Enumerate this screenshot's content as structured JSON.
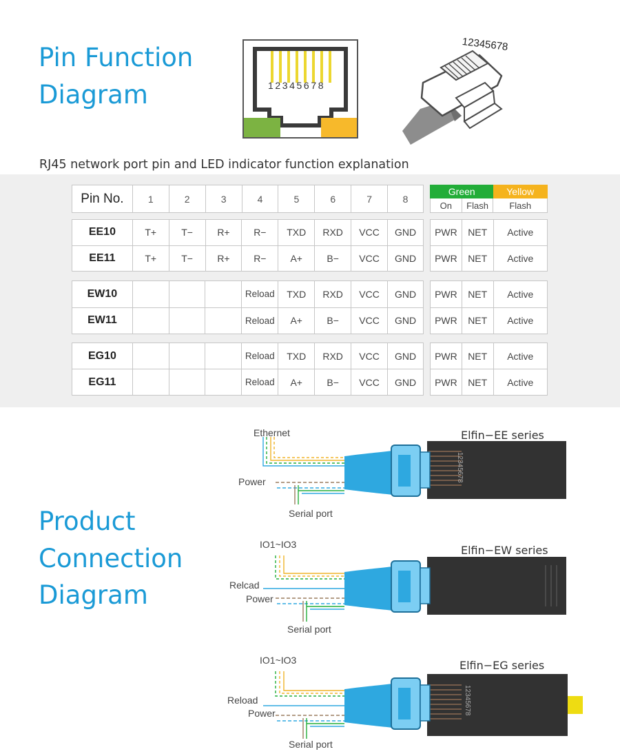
{
  "headings": {
    "pin_function": "Pin Function\nDiagram",
    "product_connection": "Product\nConnection\nDiagram"
  },
  "jack": {
    "pin_numbers": "12345678"
  },
  "plug": {
    "pin_numbers": "12345678"
  },
  "subtitle": "RJ45 network port pin and LED indicator function explanation",
  "pin_table": {
    "header": "Pin No.",
    "pins": [
      "1",
      "2",
      "3",
      "4",
      "5",
      "6",
      "7",
      "8"
    ],
    "groups": [
      [
        {
          "model": "EE10",
          "pins": [
            "T+",
            "T−",
            "R+",
            "R−",
            "TXD",
            "RXD",
            "VCC",
            "GND"
          ]
        },
        {
          "model": "EE11",
          "pins": [
            "T+",
            "T−",
            "R+",
            "R−",
            "A+",
            "B−",
            "VCC",
            "GND"
          ]
        }
      ],
      [
        {
          "model": "EW10",
          "pins": [
            "",
            "",
            "",
            "Reload",
            "TXD",
            "RXD",
            "VCC",
            "GND"
          ]
        },
        {
          "model": "EW11",
          "pins": [
            "",
            "",
            "",
            "Reload",
            "A+",
            "B−",
            "VCC",
            "GND"
          ]
        }
      ],
      [
        {
          "model": "EG10",
          "pins": [
            "",
            "",
            "",
            "Reload",
            "TXD",
            "RXD",
            "VCC",
            "GND"
          ]
        },
        {
          "model": "EG11",
          "pins": [
            "",
            "",
            "",
            "Reload",
            "A+",
            "B−",
            "VCC",
            "GND"
          ]
        }
      ]
    ]
  },
  "led_table": {
    "green": "Green",
    "yellow": "Yellow",
    "green_on": "On",
    "green_flash": "Flash",
    "yellow_flash": "Flash",
    "row_values": [
      "PWR",
      "NET",
      "Active"
    ]
  },
  "connections": [
    {
      "series": "Elfin−EE series",
      "labels": {
        "top": "Ethernet",
        "mid": "Power",
        "bottom": "Serial port"
      },
      "connector_text": "12345678"
    },
    {
      "series": "Elfin−EW series",
      "labels": {
        "top": "IO1~IO3",
        "mid1": "Relcad",
        "mid2": "Power",
        "bottom": "Serial port"
      }
    },
    {
      "series": "Elfin−EG series",
      "labels": {
        "top": "IO1~IO3",
        "mid1": "Reload",
        "mid2": "Power",
        "bottom": "Serial port"
      },
      "connector_text": "12345678"
    }
  ],
  "colors": {
    "heading_blue": "#1a9ad6",
    "led_green": "#22ad38",
    "led_yellow": "#f5b31d",
    "jack_green": "#7cb342",
    "jack_yellow": "#f7b92b",
    "cable_blue": "#2ea8e0",
    "device_dark": "#333333"
  }
}
